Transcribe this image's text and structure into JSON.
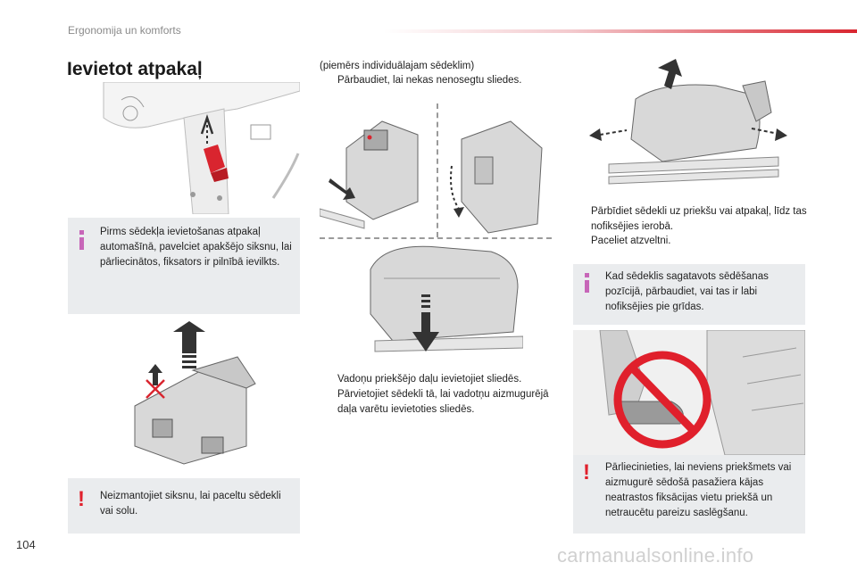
{
  "header": {
    "section": "Ergonomija un komforts"
  },
  "page": {
    "title": "Ievietot atpakaļ",
    "number": "104"
  },
  "left": {
    "info_box": {
      "icon": "info-icon",
      "text": "Pirms sēdekļa ievietošanas atpakaļ automašīnā, pavelciet apakšējo siksnu, lai pārliecinātos, fiksators ir pilnībā ievilkts."
    },
    "warning_box": {
      "icon": "warning-icon",
      "text": "Neizmantojiet siksnu, lai paceltu sēdekli vai solu."
    }
  },
  "middle": {
    "note": "(piemērs individuālajam sēdeklim)",
    "bullets_top": [
      "Pārbaudiet, lai nekas nenosegtu sliedes."
    ],
    "bullets_bottom": [
      "Vadoņu priekšējo daļu ievietojiet sliedēs.",
      "Pārvietojiet sēdekli tā, lai vadotņu aizmugurējā daļa varētu ievietoties sliedēs."
    ]
  },
  "right": {
    "bullets": [
      "Pārbīdiet sēdekli uz priekšu vai atpakaļ, līdz tas nofiksējies ierobā.",
      "Paceliet atzveltni."
    ],
    "info_box": {
      "icon": "info-icon",
      "text": "Kad sēdeklis sagatavots sēdēšanas pozīcijā, pārbaudiet, vai tas ir labi nofiksējies pie grīdas."
    },
    "warning_box": {
      "icon": "warning-icon",
      "text": "Pārliecinieties, lai neviens priekšmets vai aizmugurē sēdošā pasažiera kājas neatrastos fiksācijas vietu priekšā un netraucētu pareizu saslēgšanu."
    }
  },
  "bullet_mark": "",
  "footer": {
    "url": "carmanualsonline.info"
  },
  "colors": {
    "accent_red": "#d9252f",
    "info_magenta": "#c766b8",
    "box_gray": "#eaecee"
  }
}
